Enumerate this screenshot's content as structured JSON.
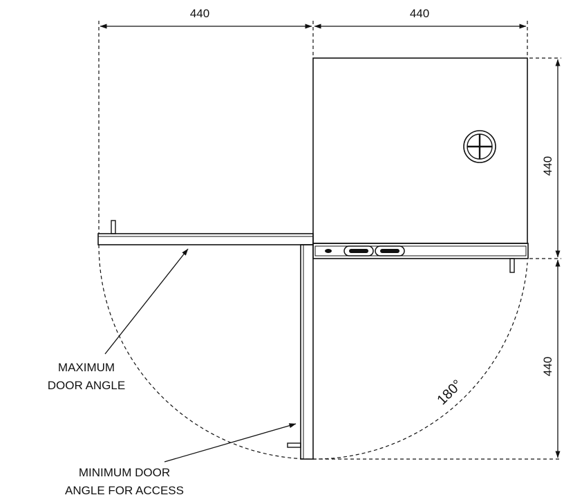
{
  "dimensions": {
    "top_left_width": "440",
    "top_right_width": "440",
    "right_upper_depth": "440",
    "right_lower_depth": "440"
  },
  "labels": {
    "max_angle_line1": "MAXIMUM",
    "max_angle_line2": "DOOR ANGLE",
    "min_angle_line1": "MINIMUM DOOR",
    "min_angle_line2": "ANGLE FOR ACCESS",
    "swing_angle": "180°"
  },
  "icons": {
    "lock": "lock-icon"
  }
}
